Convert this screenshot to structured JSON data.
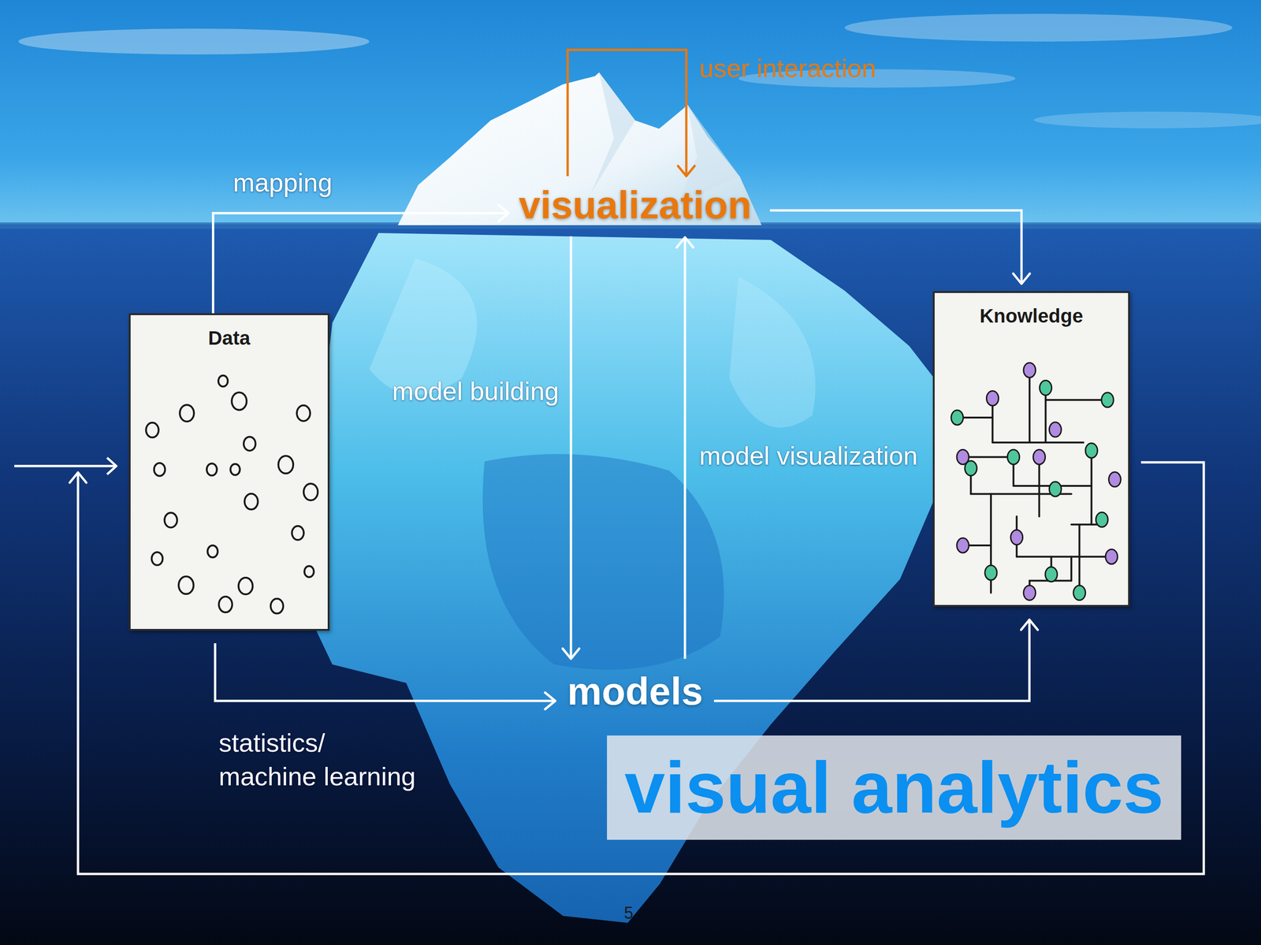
{
  "diagram": {
    "nodes": [
      {
        "text": [
          "visualization"
        ]
      },
      {
        "text": [
          "Data"
        ]
      },
      {
        "text": [
          "Knowledge"
        ]
      },
      {
        "text": [
          "models"
        ]
      }
    ],
    "edges": [
      {
        "from": 1,
        "to": 0,
        "label": "mapping",
        "arrow": "to"
      },
      {
        "from": 0,
        "to": 0,
        "label": "user interaction",
        "arrow": "to"
      },
      {
        "from": 0,
        "to": 2,
        "arrow": "to"
      },
      {
        "from": 0,
        "to": 3,
        "label": "model building",
        "arrow": "to"
      },
      {
        "from": 3,
        "to": 0,
        "label": "model visualization",
        "arrow": "to"
      },
      {
        "from": 1,
        "to": 3,
        "label": "statistics/ machine learning",
        "arrow": "to"
      },
      {
        "from": 3,
        "to": 2,
        "arrow": "to"
      },
      {
        "from": 2,
        "to": 1,
        "arrow": "to"
      }
    ],
    "labels": [
      "visual analytics",
      "5"
    ]
  }
}
